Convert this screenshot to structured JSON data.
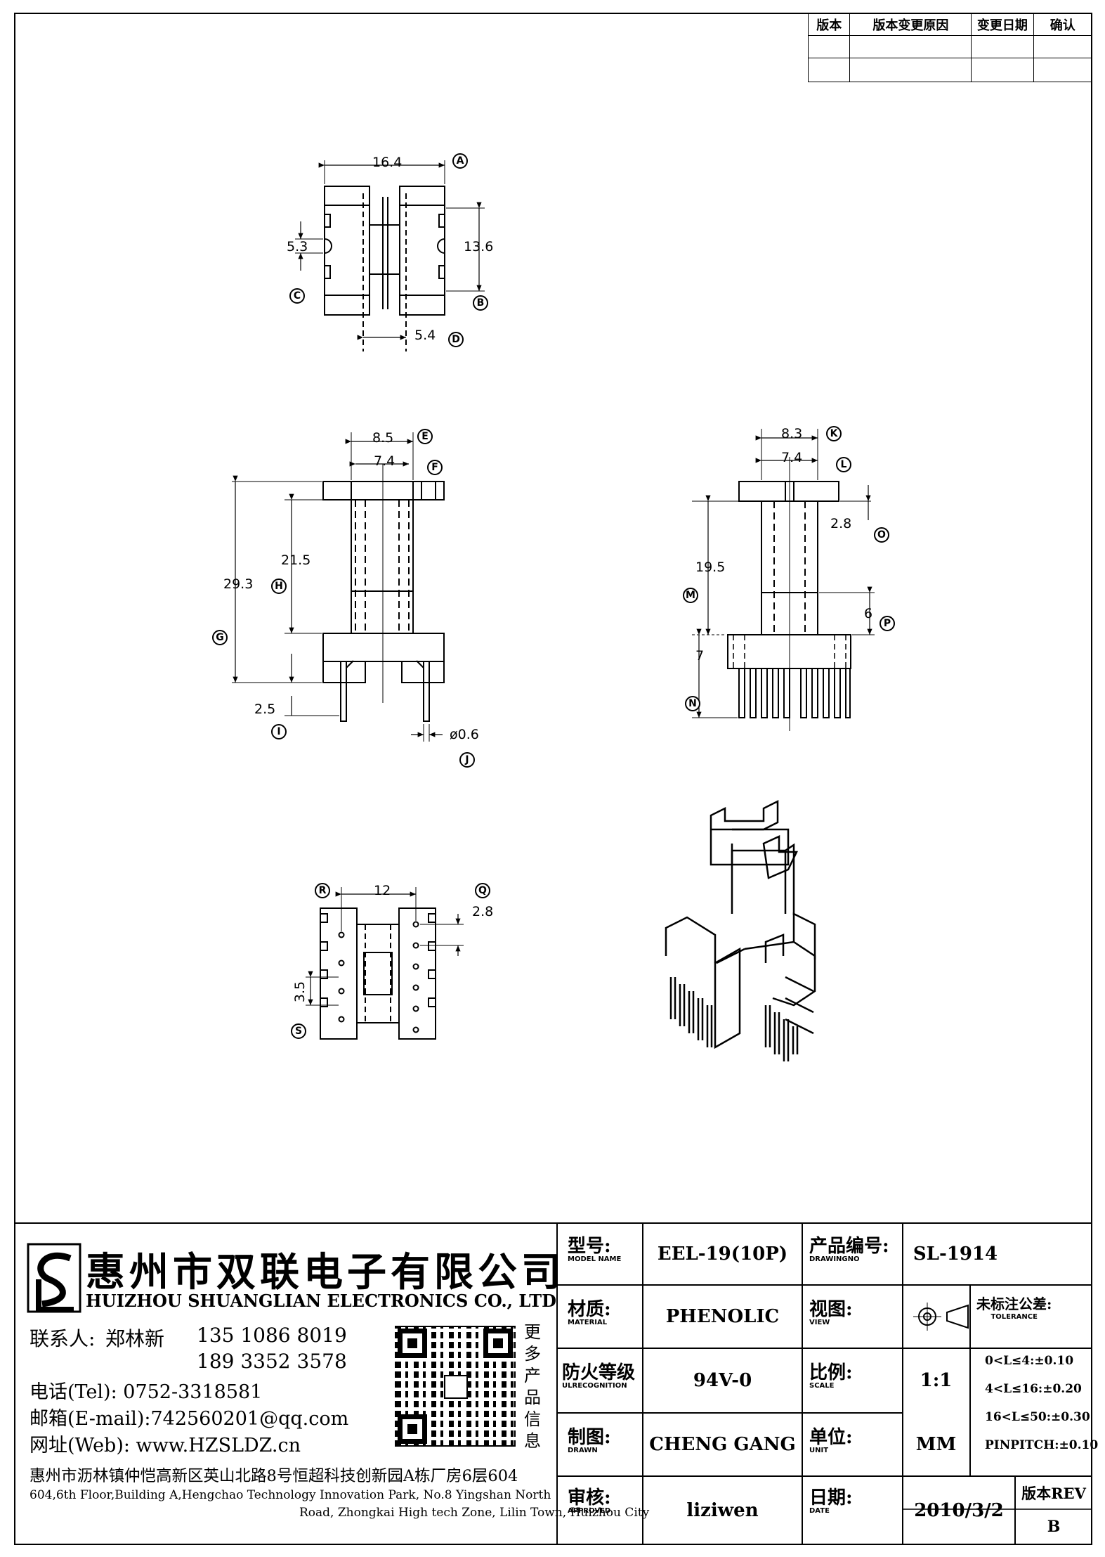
{
  "revision_table": {
    "headers": [
      "版本",
      "版本变更原因",
      "变更日期",
      "确认"
    ]
  },
  "drawing": {
    "top_view": {
      "dim_width": "16.4",
      "dim_left": "5.3",
      "dim_right": "13.6",
      "dim_bottom": "5.4",
      "labels": [
        "A",
        "B",
        "C",
        "D"
      ]
    },
    "front_view": {
      "dim_top1": "8.5",
      "dim_top2": "7.4",
      "dim_total": "29.3",
      "dim_body": "21.5",
      "dim_pin": "2.5",
      "dim_pin_dia": "ø0.6",
      "labels": [
        "E",
        "F",
        "G",
        "H",
        "I",
        "J"
      ]
    },
    "side_view": {
      "dim_top1": "8.3",
      "dim_top2": "7.4",
      "dim_flange": "2.8",
      "dim_body": "19.5",
      "dim_base": "6",
      "dim_pin": "7",
      "labels": [
        "K",
        "L",
        "M",
        "N",
        "O",
        "P"
      ]
    },
    "bottom_view": {
      "dim_width": "12",
      "dim_pitch": "2.8",
      "dim_row": "3.5",
      "labels": [
        "R",
        "Q",
        "S"
      ]
    }
  },
  "company": {
    "name_zh": "惠州市双联电子有限公司",
    "name_en": "HUIZHOU SHUANGLIAN ELECTRONICS CO., LTD",
    "contact_label": "联系人:",
    "contact_name": "郑林新",
    "phone1": "135 1086 8019",
    "phone2": "189 3352 3578",
    "tel": "电话(Tel): 0752-3318581",
    "email": "邮箱(E-mail):742560201@qq.com",
    "web": "网址(Web): www.HZSLDZ.cn",
    "qr_caption": "更多产品信息",
    "address_zh": "惠州市沥林镇仲恺高新区英山北路8号恒超科技创新园A栋厂房6层604",
    "address_en1": "604,6th Floor,Building A,Hengchao Technology Innovation Park, No.8 Yingshan North",
    "address_en2": "Road, Zhongkai High tech Zone, Lilin Town, Huizhou City"
  },
  "title_block": {
    "model_label_zh": "型号:",
    "model_label_en": "MODEL NAME",
    "model_value": "EEL-19(10P)",
    "drawing_no_label_zh": "产品编号:",
    "drawing_no_label_en": "DRAWINGNO",
    "drawing_no_value": "SL-1914",
    "material_label_zh": "材质:",
    "material_label_en": "MATERIAL",
    "material_value": "PHENOLIC",
    "view_label_zh": "视图:",
    "view_label_en": "VIEW",
    "tolerance_label_zh": "未标注公差:",
    "tolerance_label_en": "TOLERANCE",
    "tolerances": [
      "0<L≤4:±0.10",
      "4<L≤16:±0.20",
      "16<L≤50:±0.30",
      "PINPITCH:±0.10"
    ],
    "ul_label_zh": "防火等级",
    "ul_label_en": "ULRECOGNITION",
    "ul_value": "94V-0",
    "scale_label_zh": "比例:",
    "scale_label_en": "SCALE",
    "scale_value": "1:1",
    "drawn_label_zh": "制图:",
    "drawn_label_en": "DRAWN",
    "drawn_value": "CHENG GANG",
    "unit_label_zh": "单位:",
    "unit_label_en": "UNIT",
    "unit_value": "MM",
    "approved_label_zh": "审核:",
    "approved_label_en": "APPROVED",
    "approved_value": "liziwen",
    "date_label_zh": "日期:",
    "date_label_en": "DATE",
    "date_value": "2010/3/2",
    "rev_label": "版本REV",
    "rev_value": "B"
  }
}
